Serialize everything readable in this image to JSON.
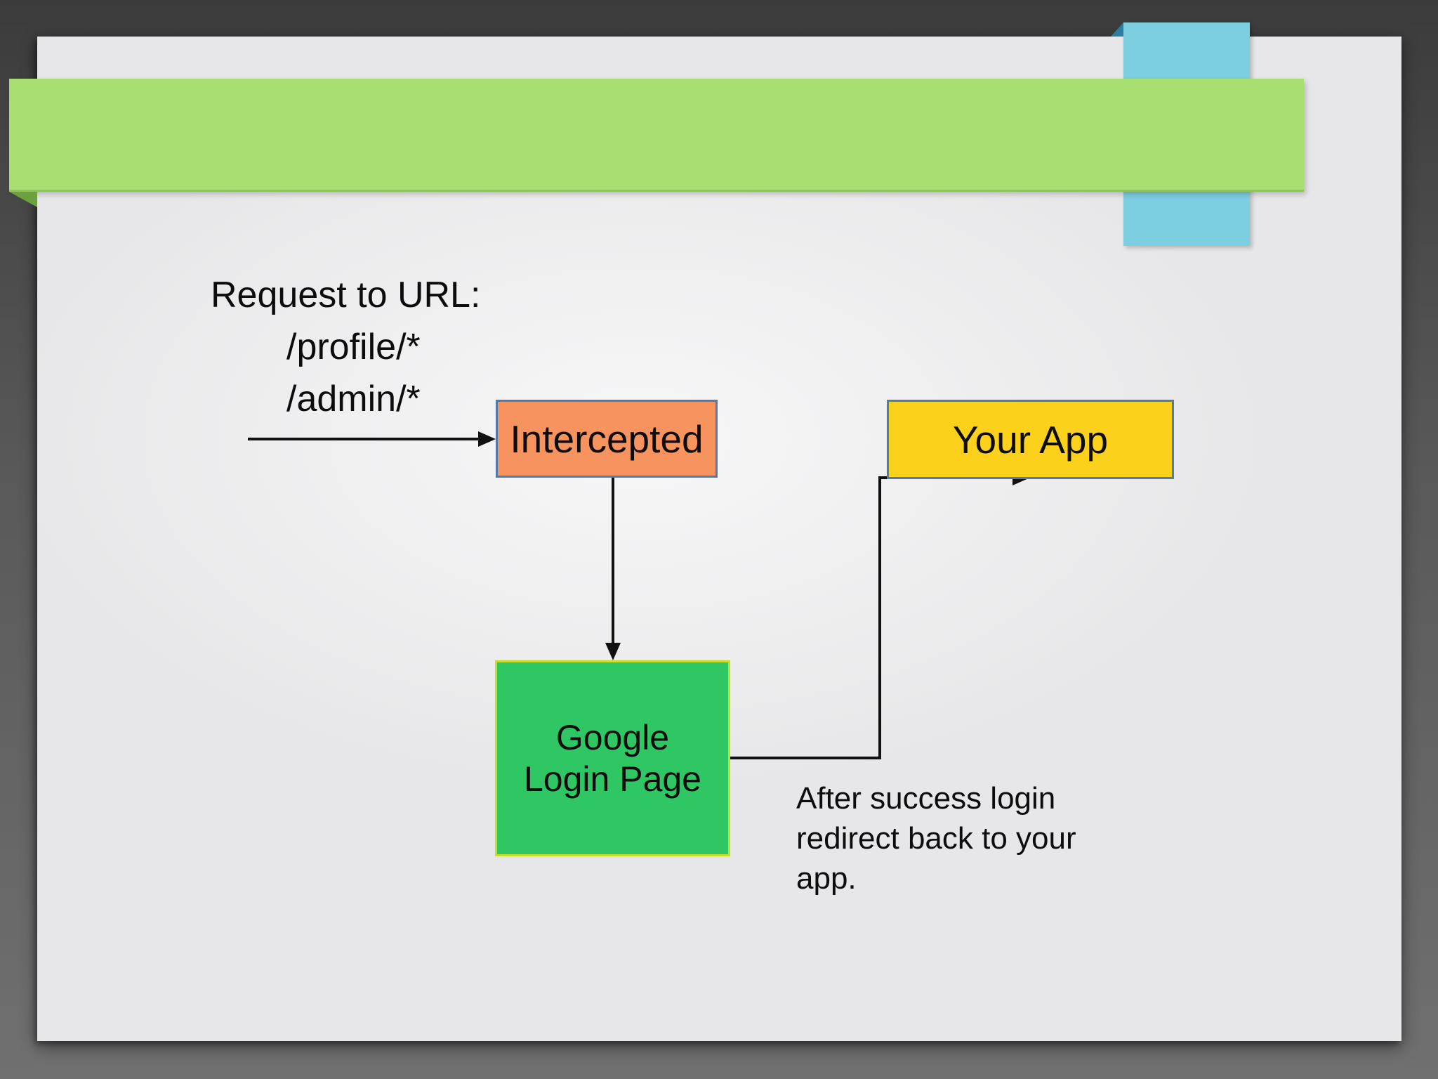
{
  "texts": {
    "request": {
      "line1": "Request to URL:",
      "line2": "/profile/*",
      "line3": "/admin/*"
    },
    "caption": {
      "line1": "After success login",
      "line2": "redirect back to your",
      "line3": "app."
    }
  },
  "boxes": {
    "intercepted": {
      "label": "Intercepted",
      "fill": "#f7935e",
      "border": "#4d7cb0"
    },
    "google_login": {
      "line1": "Google",
      "line2": "Login Page",
      "fill": "#2ec763",
      "border": "#c6dd23"
    },
    "your_app": {
      "label": "Your App",
      "fill": "#fcd11b",
      "border": "#4d7cb0"
    }
  },
  "decor": {
    "background_top": "#3b3b3b",
    "background_bottom": "#707070",
    "slide_color": "#f0f0f1",
    "banner_color": "#a8df70",
    "banner_edge_color": "#92c25e",
    "banner_fold_color": "#6fa040",
    "ribbon_color": "#7dcee0",
    "ribbon_fold_color": "#2c7ca4",
    "arrow_color": "#111111",
    "text_color": "#0d0d0d"
  }
}
